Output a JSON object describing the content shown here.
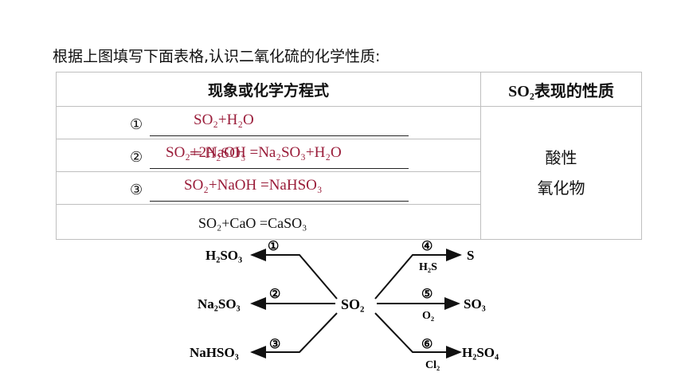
{
  "intro": "根据上图填写下面表格,认识二氧化硫的化学性质:",
  "table": {
    "headers": [
      "现象或化学方程式",
      "SO₂表现的性质"
    ],
    "rows": [
      {
        "marker": "①",
        "answer": "SO₂+H₂O"
      },
      {
        "marker": "②",
        "answer": "SO₂+2NaOH =Na₂SO₃+H₂O",
        "overlap": "═ H₂SO₃"
      },
      {
        "marker": "③",
        "answer": "SO₂+NaOH =NaHSO₃"
      },
      {
        "marker": "",
        "answer": "SO₂+CaO =CaSO₃"
      }
    ],
    "property_lines": [
      "酸性",
      "氧化物"
    ]
  },
  "diagram": {
    "center": "SO₂",
    "left_branches": [
      {
        "num": "①",
        "product": "H₂SO₃"
      },
      {
        "num": "②",
        "product": "Na₂SO₃"
      },
      {
        "num": "③",
        "product": "NaHSO₃"
      }
    ],
    "right_branches": [
      {
        "num": "④",
        "reagent": "H₂S",
        "product": "S"
      },
      {
        "num": "⑤",
        "reagent": "O₂",
        "product": "SO₃"
      },
      {
        "num": "⑥",
        "reagent": "Cl₂",
        "product": "H₂SO₄"
      }
    ]
  }
}
